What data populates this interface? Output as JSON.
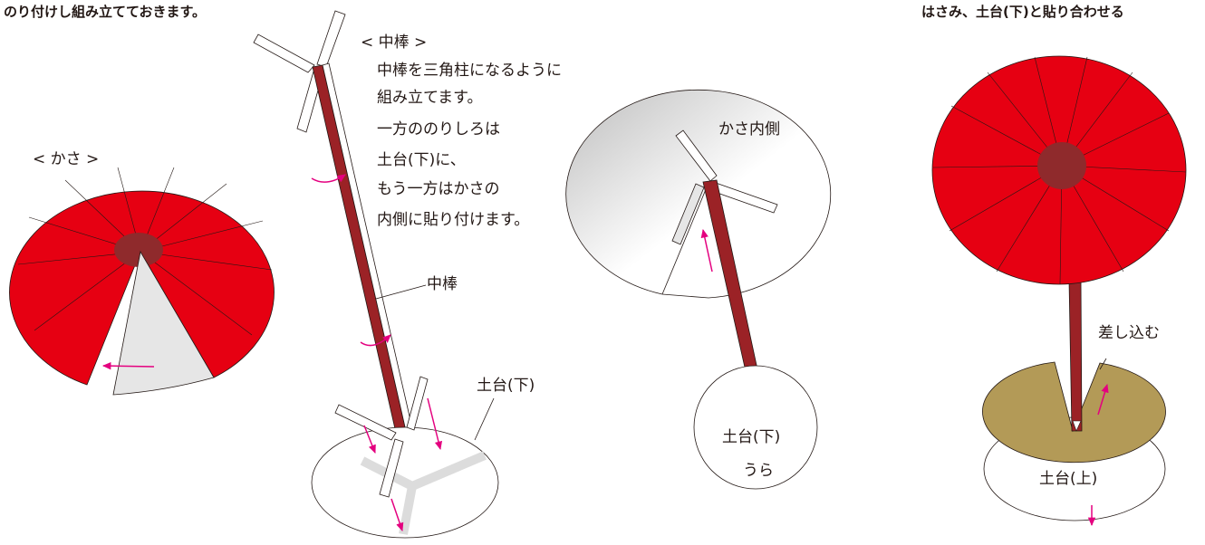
{
  "header": {
    "left_caption": "のり付けし組み立てておきます。",
    "right_caption": "はさみ、土台(下)と貼り合わせる"
  },
  "kasa": {
    "title": "< かさ >"
  },
  "nakabou": {
    "title": "< 中棒 >",
    "instructions": [
      "中棒を三角柱になるように",
      "組み立てます。",
      "一方ののりしろは",
      "土台(下)に、",
      "もう一方はかさの",
      "内側に貼り付けます。"
    ],
    "stick_label": "中棒",
    "base_label": "土台(下)"
  },
  "inside": {
    "umbrella_label": "かさ内側",
    "base_line1": "土台(下)",
    "base_line2": "うら"
  },
  "final": {
    "insert_label": "差し込む",
    "base_label": "土台(上)"
  },
  "colors": {
    "umbrella_red": "#e60012",
    "hub_dark": "#8f2a2c",
    "stick": "#9b2226",
    "arrow": "#e4007f",
    "base_gold": "#b39a57",
    "light_gray": "#e6e6e6",
    "outline": "#231815"
  }
}
